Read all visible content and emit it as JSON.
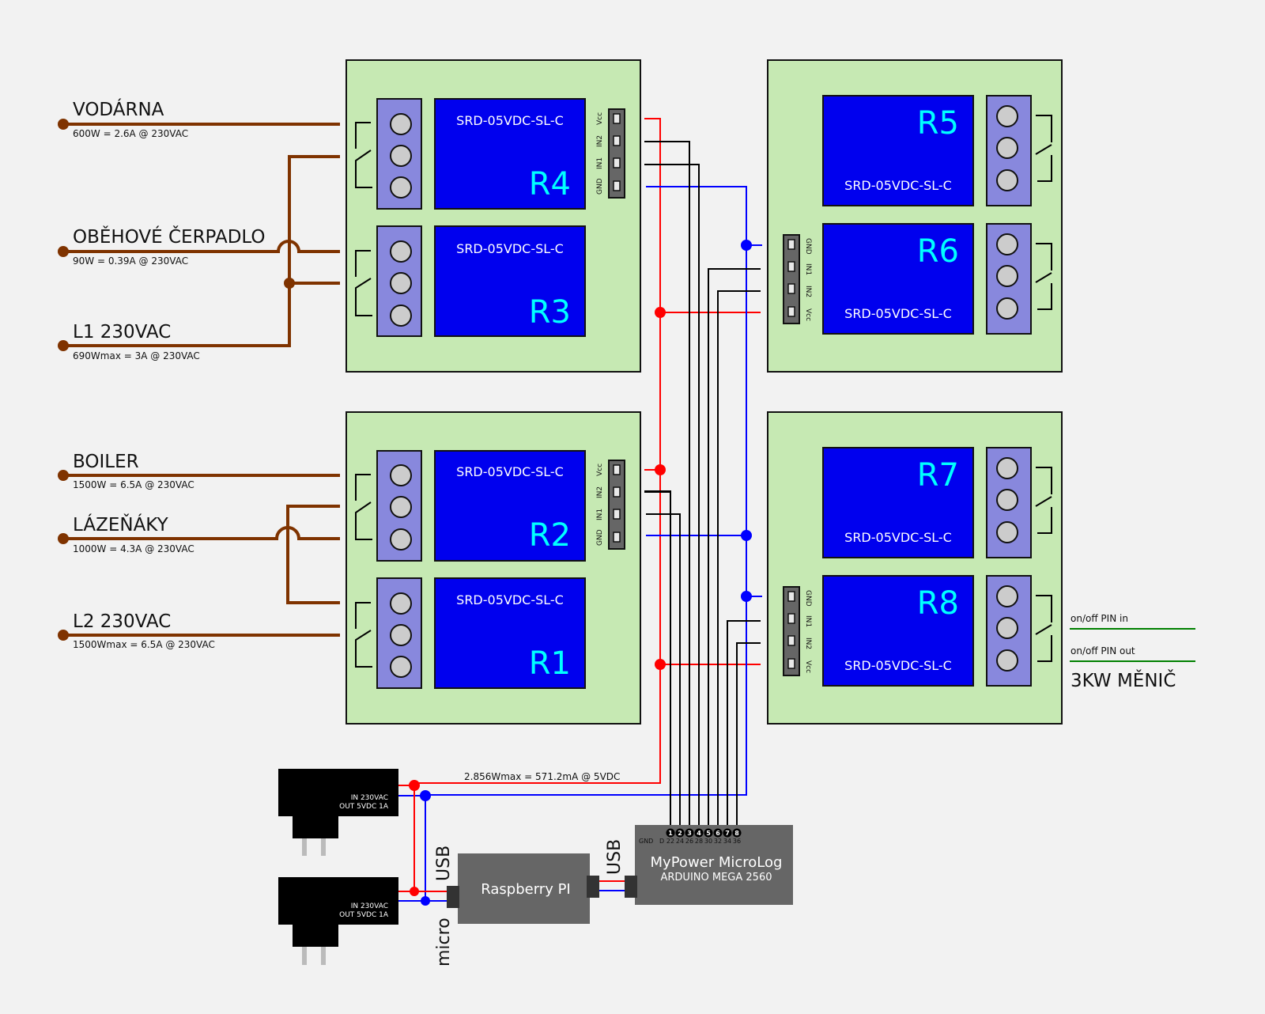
{
  "loads": [
    {
      "id": "vodarna",
      "title": "VODÁRNA",
      "spec": "600W = 2.6A @ 230VAC"
    },
    {
      "id": "cerpadlo",
      "title": "OBĚHOVÉ ČERPADLO",
      "spec": "90W = 0.39A @ 230VAC"
    },
    {
      "id": "l1",
      "title": "L1 230VAC",
      "spec": "690Wmax = 3A @ 230VAC"
    },
    {
      "id": "boiler",
      "title": "BOILER",
      "spec": "1500W = 6.5A @ 230VAC"
    },
    {
      "id": "lazenaky",
      "title": "LÁZEŇÁKY",
      "spec": "1000W = 4.3A @ 230VAC"
    },
    {
      "id": "l2",
      "title": "L2 230VAC",
      "spec": "1500Wmax = 6.5A @ 230VAC"
    }
  ],
  "relay_model": "SRD-05VDC-SL-C",
  "relays": [
    "R1",
    "R2",
    "R3",
    "R4",
    "R5",
    "R6",
    "R7",
    "R8"
  ],
  "header_pins_left": [
    "Vcc",
    "IN2",
    "IN1",
    "GND"
  ],
  "header_pins_right": [
    "GND",
    "IN1",
    "IN2",
    "Vcc"
  ],
  "inverter": {
    "pin_in": "on/off PIN in",
    "pin_out": "on/off PIN out",
    "title": "3KW MĚNIČ"
  },
  "power_note": "2.856Wmax = 571.2mA @ 5VDC",
  "psu": {
    "line1": "IN 230VAC",
    "line2": "OUT 5VDC 1A"
  },
  "raspberry": {
    "title": "Raspberry PI"
  },
  "arduino": {
    "title": "MyPower MicroLog",
    "subtitle": "ARDUINO MEGA 2560",
    "gnd_label": "GND",
    "d_label": "D",
    "pin_numbers": [
      "1",
      "2",
      "3",
      "4",
      "5",
      "6",
      "7",
      "8"
    ],
    "pin_digital": [
      "22",
      "24",
      "26",
      "28",
      "30",
      "32",
      "34",
      "36"
    ]
  },
  "usb_labels": {
    "usb_left": "USB",
    "micro": "micro",
    "usb_right": "USB"
  },
  "colors": {
    "ac_wire": "#7f3300",
    "vcc_wire": "#ff0000",
    "gnd_wire": "#0000ff",
    "signal_wire": "#000000",
    "board": "#c6e9b3",
    "relay_body": "#0000ee",
    "relay_label": "#00ffff",
    "terminal": "#8888dd",
    "inverter_wire": "#008000"
  }
}
